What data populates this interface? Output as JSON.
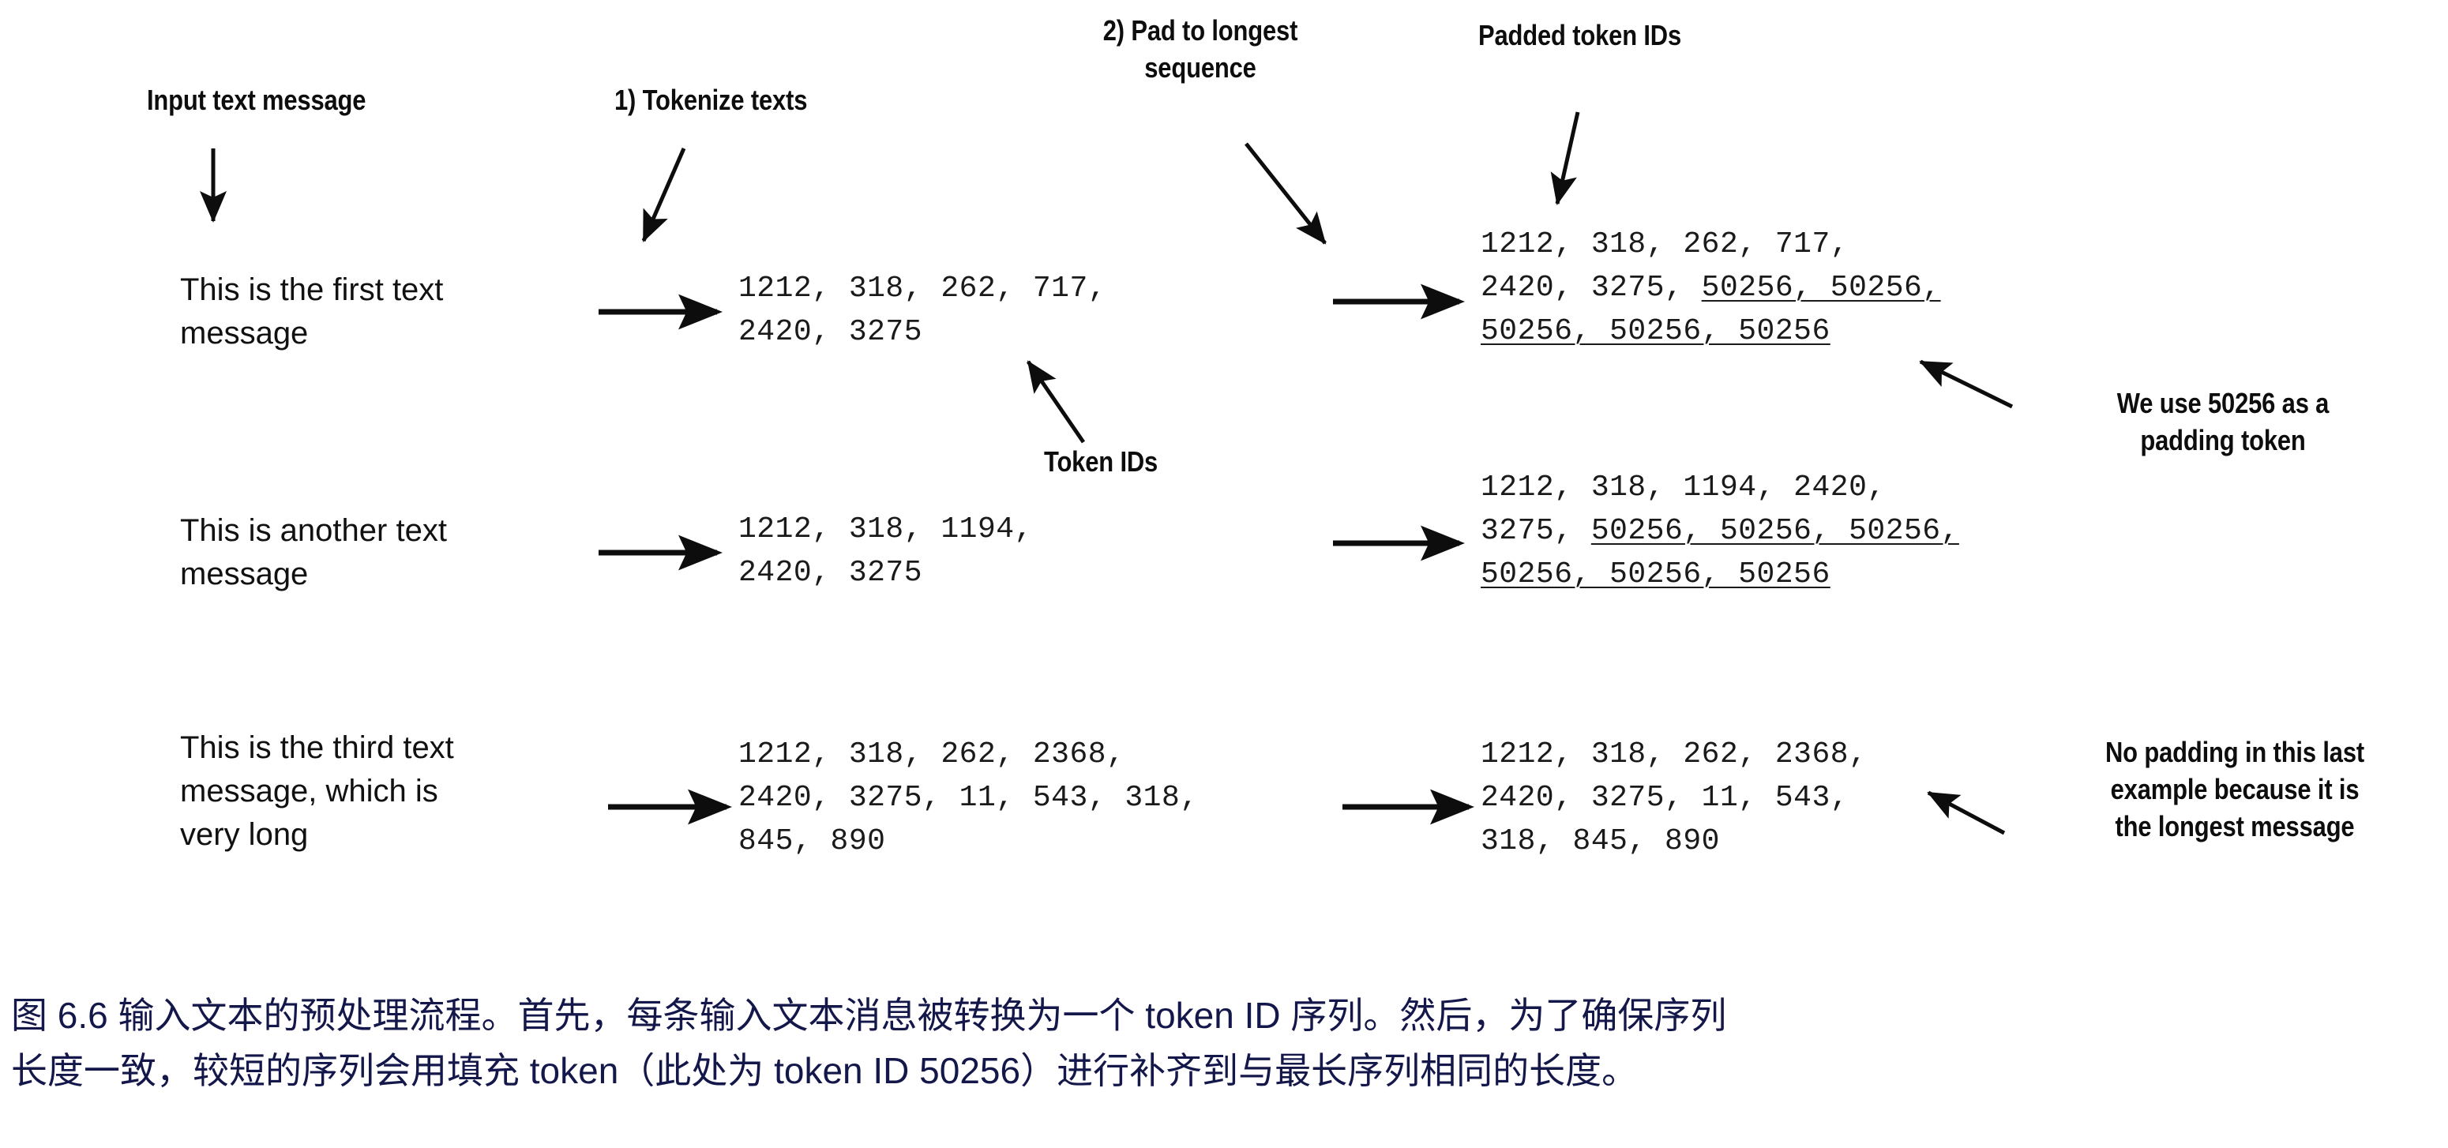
{
  "figure": {
    "labels": {
      "input_text_message": "Input text message",
      "tokenize_texts": "1) Tokenize texts",
      "pad_to_longest": "2) Pad to longest\nsequence",
      "padded_token_ids": "Padded token IDs",
      "token_ids": "Token IDs",
      "we_use_50256": "We use 50256 as a\npadding token",
      "no_padding": "No padding in this last\nexample because it is\nthe longest message"
    },
    "rows": [
      {
        "message": "This is the first text\nmessage",
        "token_ids": "1212, 318, 262, 717,\n2420, 3275",
        "padded_prefix": "1212, 318, 262, 717,\n2420, 3275, ",
        "padded_pad_1": "50256, 50256,\n50256, 50256, 50256"
      },
      {
        "message": "This is another text\nmessage",
        "token_ids": "1212, 318, 1194,\n2420, 3275",
        "padded_prefix": "1212, 318, 1194, 2420,\n3275, ",
        "padded_pad_1": "50256, 50256, 50256,\n50256, 50256, 50256"
      },
      {
        "message": "This is the third text\nmessage, which is\nvery long",
        "token_ids": "1212, 318, 262, 2368,\n2420, 3275, 11, 543, 318,\n845, 890",
        "padded_prefix": "1212, 318, 262, 2368,\n2420, 3275, 11, 543,\n318, 845, 890",
        "padded_pad_1": ""
      }
    ],
    "arrow_icon_names": [
      "arrow-down-input-text",
      "arrow-down-right-tokenize",
      "arrow-down-right-pad",
      "arrow-down-padded-token-ids",
      "arrow-up-left-token-ids",
      "arrow-up-left-padding-note",
      "arrow-up-left-no-padding-note",
      "arrow-right-row-1-tokenize",
      "arrow-right-row-2-tokenize",
      "arrow-right-row-3-tokenize",
      "arrow-right-row-1-pad",
      "arrow-right-row-2-pad",
      "arrow-right-row-3-pad"
    ]
  },
  "caption": {
    "line1": "图 6.6 输入文本的预处理流程。首先，每条输入文本消息被转换为一个 token ID 序列。然后，为了确保序列",
    "line2": "长度一致，较短的序列会用填充 token（此处为 token ID 50256）进行补齐到与最长序列相同的长度。",
    "color": "#14174a"
  }
}
